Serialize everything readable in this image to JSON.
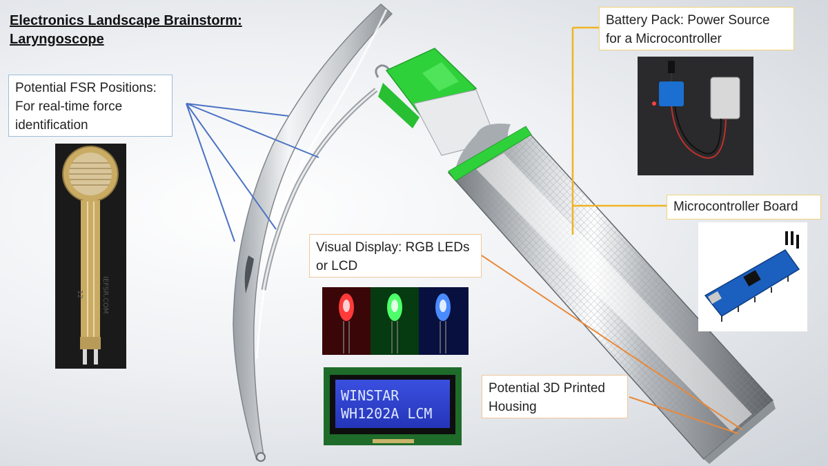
{
  "title": {
    "line1": "Electronics Landscape Brainstorm:",
    "line2": "Laryngoscope"
  },
  "callouts": {
    "fsr": {
      "line1": "Potential FSR Positions:",
      "line2": "For real-time force",
      "line3": "identification"
    },
    "battery": {
      "line1": "Battery Pack: Power Source",
      "line2": "for a Microcontroller"
    },
    "microcontroller": {
      "line1": "Microcontroller Board"
    },
    "display": {
      "line1": "Visual Display: RGB LEDs",
      "line2": "or LCD"
    },
    "housing": {
      "line1": "Potential 3D Printed",
      "line2": "Housing"
    }
  },
  "images": {
    "lcd": {
      "line1": "WINSTAR",
      "line2": "WH1202A LCM"
    },
    "fsr_sensor": {
      "brand": "IEFSR.COM",
      "model": "12"
    }
  },
  "colors": {
    "fsr_leader": "#4a72c4",
    "display_leader": "#e8893a",
    "battery_leader": "#f0b323",
    "accent_green": "#2fd13a"
  }
}
